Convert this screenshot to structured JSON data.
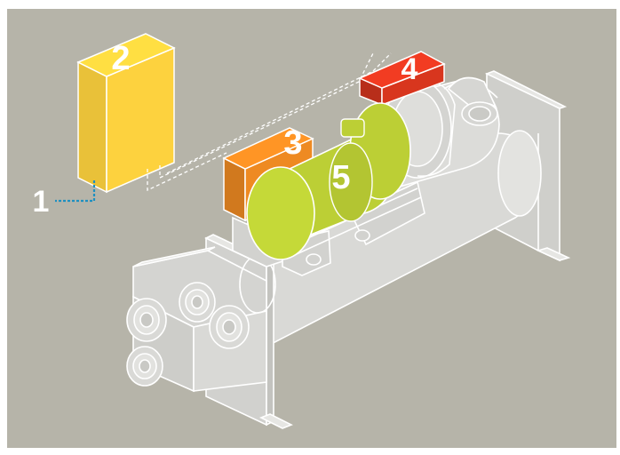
{
  "diagram": {
    "background_color": "#b6b4a9",
    "callouts": [
      {
        "id": "1",
        "label": "1",
        "part_color": "#1e8fc0"
      },
      {
        "id": "2",
        "label": "2",
        "part_color": "#fdd23e"
      },
      {
        "id": "3",
        "label": "3",
        "part_color": "#ee8a22"
      },
      {
        "id": "4",
        "label": "4",
        "part_color": "#d8361e"
      },
      {
        "id": "5",
        "label": "5",
        "part_color": "#bccf35"
      }
    ],
    "machine_color": "#d9d9d6",
    "outline_color": "#ffffff"
  }
}
